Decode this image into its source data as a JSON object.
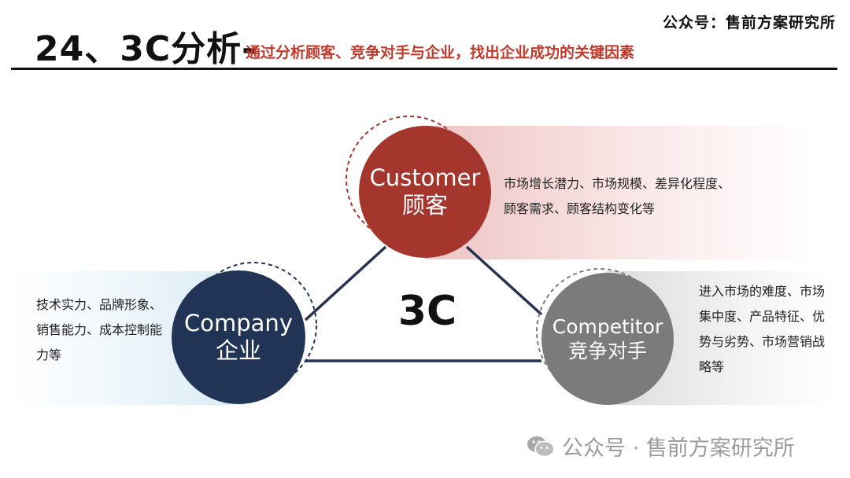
{
  "header": {
    "brand": "公众号：售前方案研究所",
    "title": "24、3C分析-",
    "subtitle": "通过分析顾客、竞争对手与企业，找出企业成功的关键因素"
  },
  "diagram": {
    "center_label": "3C",
    "customer": {
      "label_en": "Customer",
      "label_cn": "顾客",
      "description": "市场增长潜力、市场规模、差异化程度、顾客需求、顾客结构变化等",
      "color": "#a5362d"
    },
    "company": {
      "label_en": "Company",
      "label_cn": "企业",
      "description": "技术实力、品牌形象、销售能力、成本控制能力等",
      "color": "#213455"
    },
    "competitor": {
      "label_en": "Competitor",
      "label_cn": "竞争对手",
      "description": "进入市场的难度、市场集中度、产品特征、优势与劣势、市场营销战略等",
      "color": "#7b7b7b"
    },
    "line_color": "#27344f"
  },
  "watermark": {
    "text": "公众号 · 售前方案研究所",
    "icon": "wechat-icon"
  }
}
